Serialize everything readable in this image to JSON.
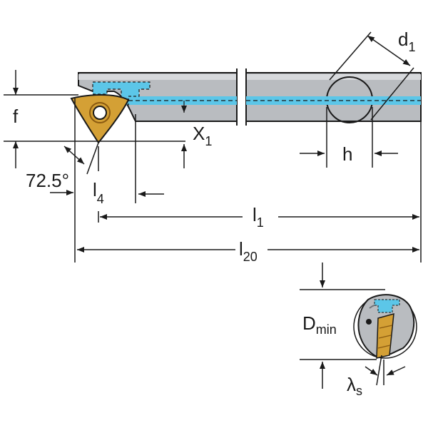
{
  "diagram": {
    "labels": {
      "d": "d",
      "d_sub": "1",
      "f": "f",
      "x": "X",
      "x_sub": "1",
      "h": "h",
      "angle": "72.5°",
      "l4": "l",
      "l4_sub": "4",
      "l1": "l",
      "l1_sub": "1",
      "l20": "l",
      "l20_sub": "20",
      "dmin": "D",
      "dmin_sub": "min",
      "lambda": "λ",
      "lambda_sub": "s"
    },
    "colors": {
      "line": "#1a1a1a",
      "body_fill": "#b9bcc0",
      "body_dark": "#6f7378",
      "coolant": "#5cc6e8",
      "insert": "#d4a035",
      "insert_dark": "#8a5a10",
      "background": "#ffffff"
    }
  }
}
